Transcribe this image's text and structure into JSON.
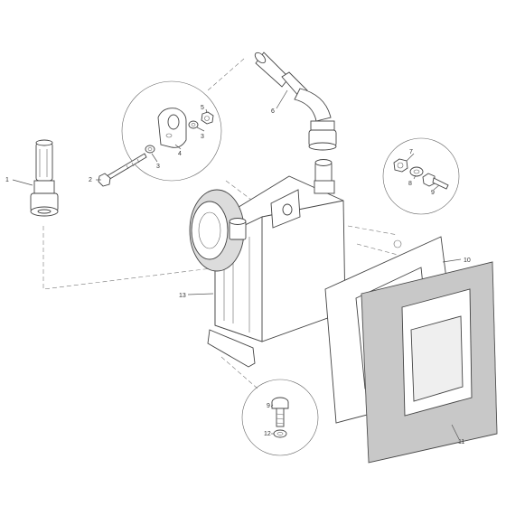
{
  "callouts": {
    "c1": "1",
    "c2": "2",
    "c3a": "3",
    "c3b": "3",
    "c4": "4",
    "c5": "5",
    "c6": "6",
    "c7": "7",
    "c8": "8",
    "c9a": "9",
    "c9b": "9",
    "c10": "10",
    "c11": "11",
    "c12": "12",
    "c13": "13"
  }
}
